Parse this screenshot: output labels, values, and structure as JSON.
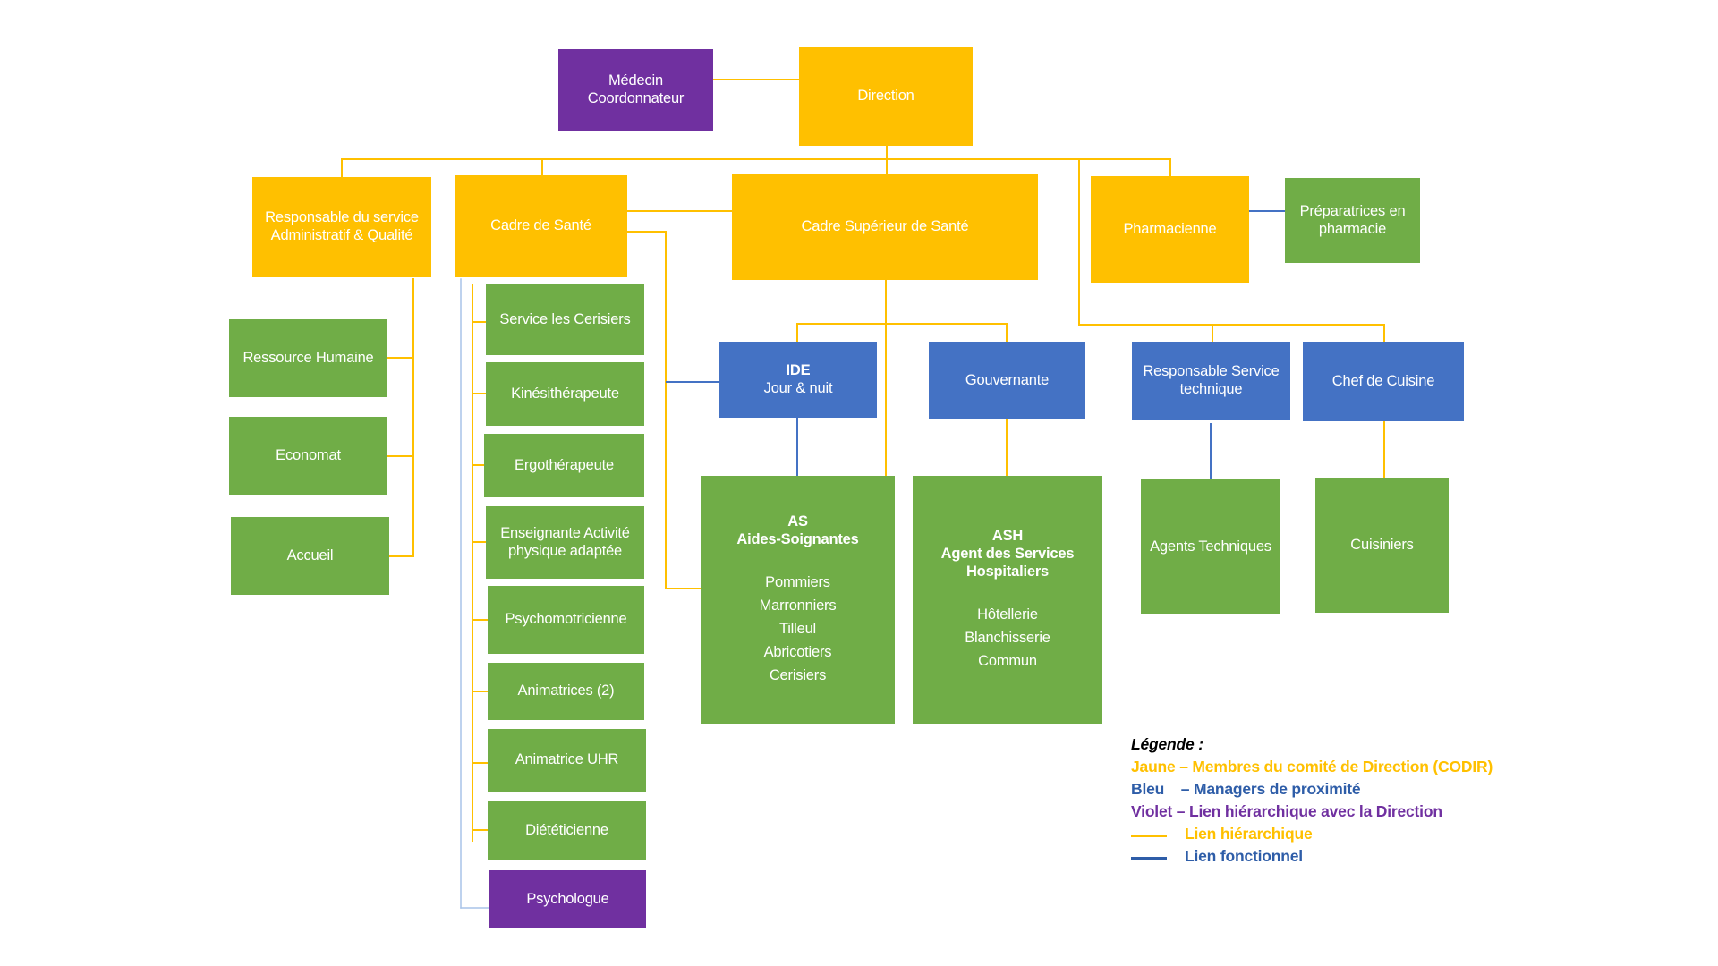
{
  "colors": {
    "jaune": "#FFC000",
    "vert": "#70AD47",
    "bleu": "#4472C4",
    "violet": "#7030A0",
    "lien_hierarchique": "#FFC000",
    "lien_fonctionnel": "#4472C4",
    "legend_bleu_text": "#2E5DA8"
  },
  "nodes": {
    "medecin": "Médecin Coordonnateur",
    "direction": "Direction",
    "resp_admin": "Responsable du service Administratif & Qualité",
    "cadre_sante": "Cadre de Santé",
    "cadre_sup": "Cadre Supérieur  de Santé",
    "pharmacienne": "Pharmacienne",
    "preparatrices": "Préparatrices en pharmacie",
    "rh": "Ressource Humaine",
    "economat": "Economat",
    "accueil": "Accueil",
    "cerisiers": "Service les Cerisiers",
    "kine": "Kinésithérapeute",
    "ergo": "Ergothérapeute",
    "apa": "Enseignante Activité physique adaptée",
    "psychomot": "Psychomotricienne",
    "animatrices": "Animatrices (2)",
    "anim_uhr": "Animatrice UHR",
    "dieteticienne": "Diététicienne",
    "psychologue": "Psychologue",
    "ide_title": "IDE",
    "ide_sub": "Jour & nuit",
    "gouvernante": "Gouvernante",
    "resp_tech": "Responsable Service technique",
    "chef_cuisine": "Chef de Cuisine",
    "as_title": "AS",
    "as_sub": "Aides-Soignantes",
    "as_list": [
      "Pommiers",
      "Marronniers",
      "Tilleul",
      "Abricotiers",
      "Cerisiers"
    ],
    "ash_title": "ASH",
    "ash_sub": "Agent des Services Hospitaliers",
    "ash_list": [
      "Hôtellerie",
      "Blanchisserie",
      "Commun"
    ],
    "agents_tech": "Agents Techniques",
    "cuisiniers": "Cuisiniers"
  },
  "legend": {
    "title": "Légende :",
    "jaune": "Jaune – Membres du comité de Direction (CODIR)",
    "bleu_word": "Bleu",
    "bleu_desc": "– Managers de proximité",
    "violet": "Violet – Lien hiérarchique avec la Direction",
    "hierarchique": "Lien hiérarchique",
    "fonctionnel": "Lien fonctionnel"
  }
}
